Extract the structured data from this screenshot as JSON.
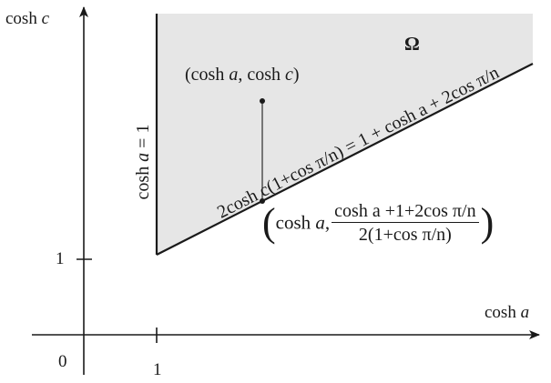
{
  "axes": {
    "x_label_func": "cosh",
    "x_label_var": "a",
    "y_label_func": "cosh",
    "y_label_var": "c",
    "origin_label": "0",
    "x_tick_label": "1",
    "y_tick_label": "1"
  },
  "region": {
    "label": "Ω",
    "fill_color": "#e6e6e6"
  },
  "vertical_boundary": {
    "label_func": "cosh",
    "label_var": "a",
    "label_rest": " = 1"
  },
  "diagonal_boundary": {
    "label": "2cosh c(1+cos π/n) = 1 + cosh a + 2cos π/n"
  },
  "upper_point": {
    "label_open": "(cosh ",
    "label_a": "a",
    "label_mid": ", cosh ",
    "label_c": "c",
    "label_close": ")"
  },
  "projected_point": {
    "open_paren": "(",
    "prefix_func": "cosh ",
    "prefix_var": "a",
    "prefix_comma": ",",
    "numerator": "cosh a +1+2cos π/n",
    "denominator": "2(1+cos π/n)",
    "close_paren": ")"
  }
}
